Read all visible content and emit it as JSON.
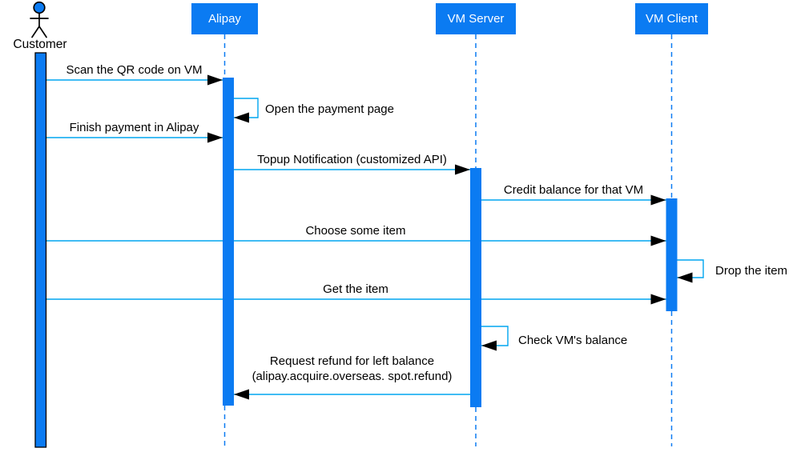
{
  "diagram": {
    "type": "uml-sequence-diagram",
    "colors": {
      "participant_fill": "#0b7bf2",
      "participant_text": "#ffffff",
      "lifeline": "#0b7bf2",
      "message_line": "#00a5f0",
      "arrowhead": "#000000",
      "label_text": "#000000",
      "background": "#ffffff"
    },
    "actor": {
      "name": "Customer"
    },
    "participants": [
      {
        "name": "Alipay"
      },
      {
        "name": "VM Server"
      },
      {
        "name": "VM Client"
      }
    ],
    "messages": [
      {
        "label": "Scan the QR code on VM",
        "from": "Customer",
        "to": "Alipay",
        "self": false
      },
      {
        "label": "Open the payment page",
        "from": "Alipay",
        "to": "Alipay",
        "self": true
      },
      {
        "label": "Finish payment in Alipay",
        "from": "Customer",
        "to": "Alipay",
        "self": false
      },
      {
        "label": "Topup Notification (customized API)",
        "from": "Alipay",
        "to": "VM Server",
        "self": false
      },
      {
        "label": "Credit balance for that VM",
        "from": "VM Server",
        "to": "VM Client",
        "self": false
      },
      {
        "label": "Choose some item",
        "from": "Customer",
        "to": "VM Client",
        "self": false
      },
      {
        "label": "Drop the item",
        "from": "VM Client",
        "to": "VM Client",
        "self": true
      },
      {
        "label": "Get the item",
        "from": "Customer",
        "to": "VM Client",
        "self": false
      },
      {
        "label": "Check VM's balance",
        "from": "VM Server",
        "to": "VM Server",
        "self": true
      },
      {
        "label": "Request refund for left balance",
        "label_line2": "(alipay.acquire.overseas. spot.refund)",
        "from": "VM Server",
        "to": "Alipay",
        "self": false
      }
    ]
  }
}
